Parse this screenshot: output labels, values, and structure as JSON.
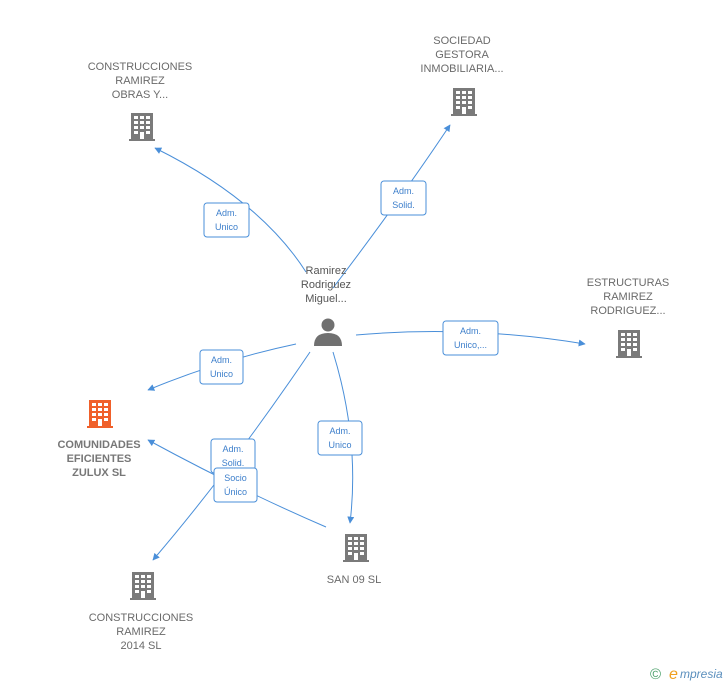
{
  "person": {
    "name_lines": [
      "Ramirez",
      "Rodriguez",
      "Miguel..."
    ],
    "icon": "person-icon"
  },
  "companies": [
    {
      "id": "construcciones-obras",
      "lines": [
        "CONSTRUCCIONES",
        "RAMIREZ",
        "OBRAS Y..."
      ],
      "icon": "building-icon",
      "highlight": false
    },
    {
      "id": "sociedad-gestora",
      "lines": [
        "SOCIEDAD",
        "GESTORA",
        "INMOBILIARIA..."
      ],
      "icon": "building-icon",
      "highlight": false
    },
    {
      "id": "estructuras",
      "lines": [
        "ESTRUCTURAS",
        "RAMIREZ",
        "RODRIGUEZ..."
      ],
      "icon": "building-icon",
      "highlight": false
    },
    {
      "id": "comunidades",
      "lines": [
        "COMUNIDADES",
        "EFICIENTES",
        "ZULUX  SL"
      ],
      "icon": "building-icon",
      "highlight": true
    },
    {
      "id": "san09",
      "lines": [
        "SAN 09  SL"
      ],
      "icon": "building-icon",
      "highlight": false
    },
    {
      "id": "construcciones-2014",
      "lines": [
        "CONSTRUCCIONES",
        "RAMIREZ",
        "2014  SL"
      ],
      "icon": "building-icon",
      "highlight": false
    }
  ],
  "edges": [
    {
      "id": "to-construcciones-obras",
      "lines": [
        "Adm.",
        "Unico"
      ]
    },
    {
      "id": "to-sociedad-gestora",
      "lines": [
        "Adm.",
        "Solid."
      ]
    },
    {
      "id": "to-estructuras",
      "lines": [
        "Adm.",
        "Unico,..."
      ]
    },
    {
      "id": "to-comunidades",
      "lines": [
        "Adm.",
        "Unico"
      ]
    },
    {
      "id": "to-san09",
      "lines": [
        "Adm.",
        "Unico"
      ]
    },
    {
      "id": "to-construcciones-2014",
      "lines": [
        "Adm.",
        "Solid."
      ]
    },
    {
      "id": "san09-to-comunidades",
      "lines": [
        "Socio",
        "Único"
      ]
    }
  ],
  "colors": {
    "edge": "#4a8fd9",
    "building": "#7a7a7a",
    "highlight": "#f0602a",
    "person": "#707070"
  },
  "watermark": {
    "copyright": "©",
    "brand_initial": "e",
    "brand_rest": "mpresia"
  }
}
